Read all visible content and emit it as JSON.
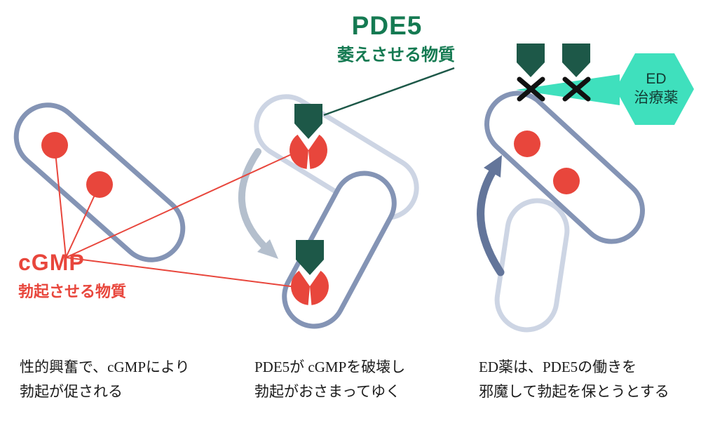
{
  "diagram": {
    "pde5": {
      "title": "PDE5",
      "subtitle": "萎えさせる物質"
    },
    "cgmp": {
      "title": "cGMP",
      "subtitle": "勃起させる物質"
    },
    "ed_drug": {
      "line1": "ED",
      "line2": "治療薬"
    },
    "captions": {
      "left": [
        "性的興奮で、cGMPにより",
        "勃起が促される"
      ],
      "middle": [
        "PDE5が cGMPを破壊し",
        "勃起がおさまってゆく"
      ],
      "right": [
        "ED薬は、PDE5の働きを",
        "邪魔して勃起を保とうとする"
      ]
    },
    "icons": {
      "cgmp_molecule": "red-circle",
      "destroyed_cgmp": "split-red-fan",
      "pde5_molecule": "down-pentagon",
      "blocked": "x-mark",
      "ed_drug_shape": "hexagon-with-beam",
      "rotation_down": "curved-arrow-down",
      "rotation_up": "curved-arrow-up"
    },
    "colors": {
      "cgmp_red": "#e8463c",
      "pde5_green": "#157a52",
      "pde5_dark_green": "#1d5848",
      "ed_drug_teal": "#3fe0bd",
      "capsule_dark": "#8494b5",
      "capsule_light": "#cdd5e4",
      "arrow_gray": "#b4bfcd",
      "arrow_dark": "#63759a",
      "x_black": "#111111"
    }
  }
}
